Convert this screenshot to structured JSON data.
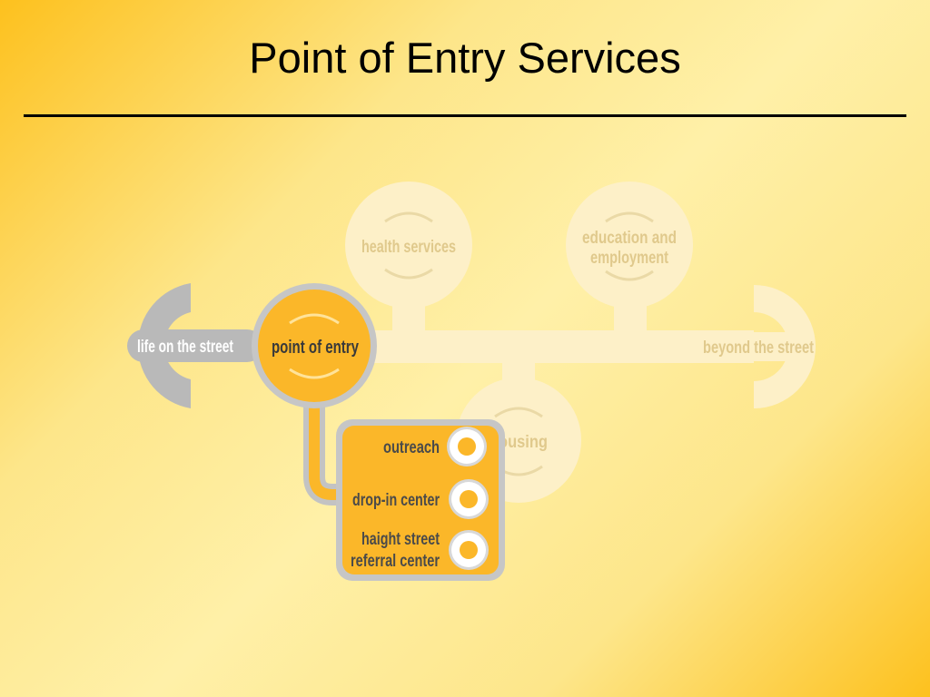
{
  "slide": {
    "title": "Point of Entry Services"
  },
  "diagram": {
    "nodes": {
      "health": "health services",
      "education_line1": "education and",
      "education_line2": "employment",
      "life": "life on the street",
      "point": "point of entry",
      "beyond": "beyond the street",
      "housing": "housing"
    },
    "services": [
      {
        "line1": "outreach",
        "line2": ""
      },
      {
        "line1": "drop-in center",
        "line2": ""
      },
      {
        "line1": "haight street",
        "line2": "referral center"
      }
    ]
  },
  "colors": {
    "faded_fill": "#fdf0c8",
    "faded_text": "#e0c98c",
    "gray": "#b9b9b9",
    "orange": "#fbb729"
  }
}
